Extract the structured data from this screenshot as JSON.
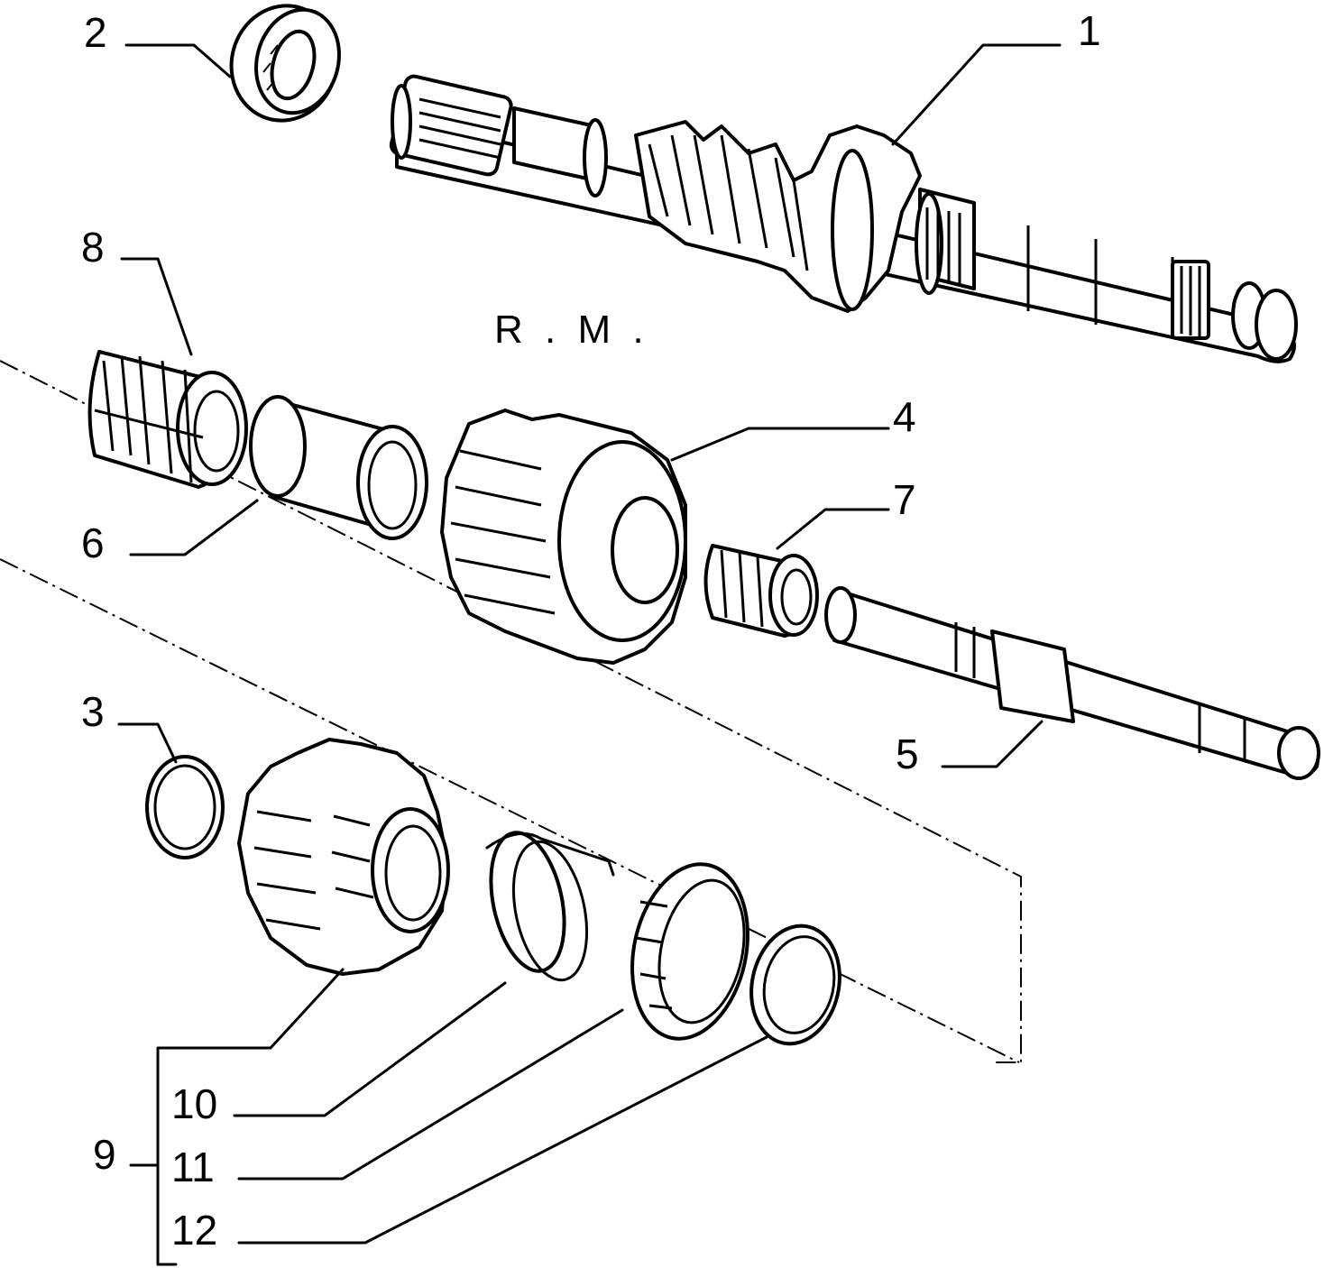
{
  "annotation": "R . M .",
  "callouts": [
    {
      "id": "1",
      "text": "1"
    },
    {
      "id": "2",
      "text": "2"
    },
    {
      "id": "3",
      "text": "3"
    },
    {
      "id": "4",
      "text": "4"
    },
    {
      "id": "5",
      "text": "5"
    },
    {
      "id": "6",
      "text": "6"
    },
    {
      "id": "7",
      "text": "7"
    },
    {
      "id": "8",
      "text": "8"
    },
    {
      "id": "9",
      "text": "9"
    },
    {
      "id": "10",
      "text": "10"
    },
    {
      "id": "11",
      "text": "11"
    },
    {
      "id": "12",
      "text": "12"
    }
  ],
  "colors": {
    "line": "#000000",
    "background": "#ffffff"
  }
}
